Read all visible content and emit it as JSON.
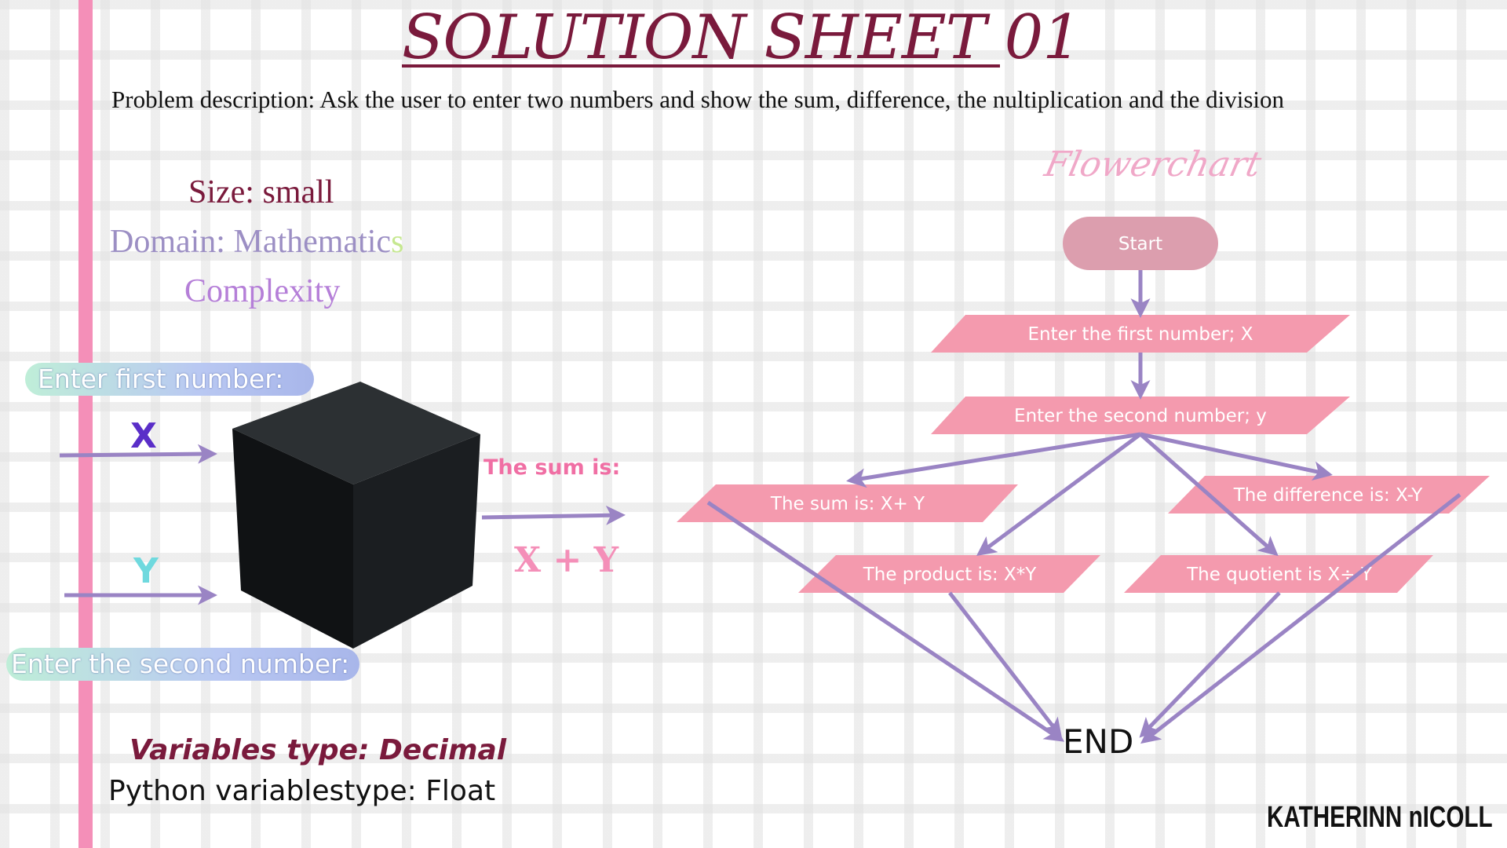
{
  "title": "SOLUTION SHEET 01",
  "problem_description": "Problem description: Ask the user to enter two numbers and show the sum, difference, the nultiplication and the division",
  "meta": {
    "size": "Size: small",
    "domain_main": "Domain: Mathematic",
    "domain_accent": "s",
    "complexity": "Complexity"
  },
  "black_box": {
    "input_first_label": "Enter first number:",
    "input_second_label": "Enter the second number:",
    "var_x": "X",
    "var_y": "Y",
    "output_label": "The sum is:",
    "output_expression": "X + Y"
  },
  "variables": {
    "type_line": "Variables type: Decimal",
    "python_line": "Python variablestype: Float"
  },
  "author": "KATHERINN nICOLL",
  "flowchart": {
    "title": "Flowerchart",
    "start": "Start",
    "input_first": "Enter the first number; X",
    "input_second": "Enter the second number; y",
    "output_sum": "The sum is: X+ Y",
    "output_difference": "The difference is: X-Y",
    "output_product": "The product is: X*Y",
    "output_quotient": "The  quotient is X÷ Y",
    "end": "END"
  },
  "colors": {
    "title": "#7a1a3c",
    "margin_stripe": "#f48fb8",
    "flow_node_pink": "#f49aae",
    "start_node": "#dc9eae",
    "arrow": "#9a84c4",
    "cube": "#16191b"
  }
}
